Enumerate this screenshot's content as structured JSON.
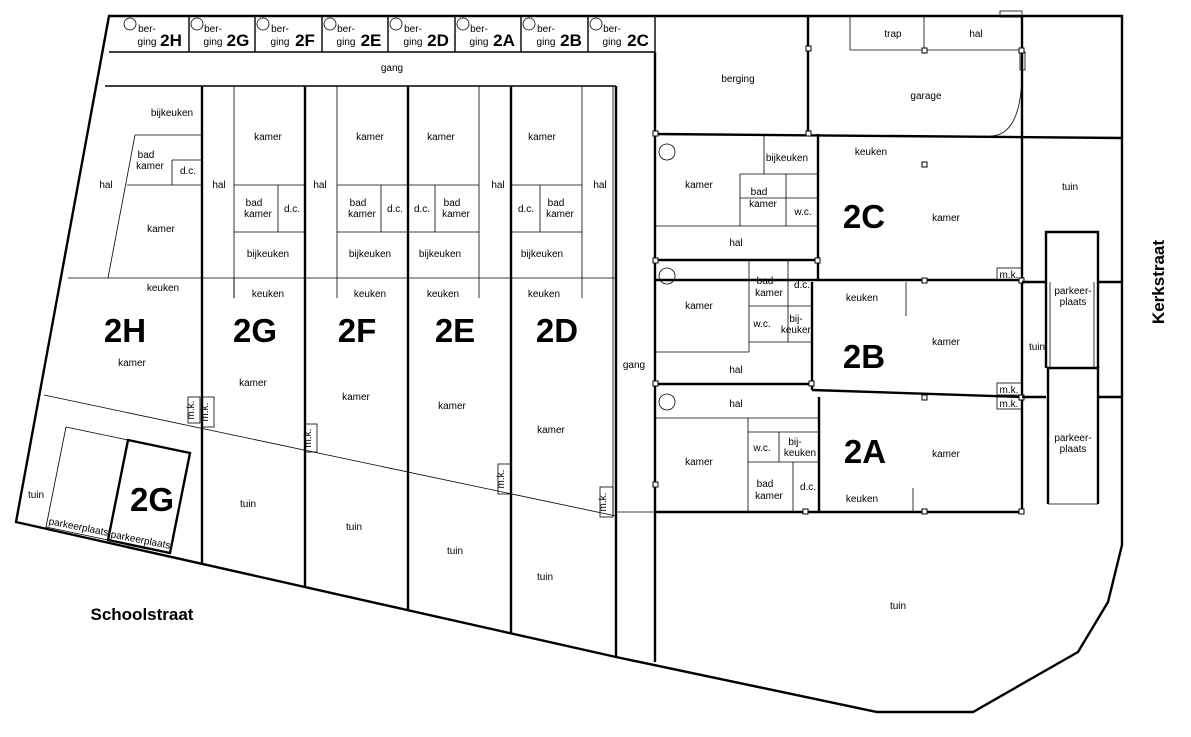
{
  "streets": {
    "school": "Schoolstraat",
    "kerk": "Kerkstraat"
  },
  "units": {
    "a": "2A",
    "b": "2B",
    "c": "2C",
    "d": "2D",
    "e": "2E",
    "f": "2F",
    "g": "2G",
    "h": "2H"
  },
  "berging": {
    "top_line": "ber-",
    "bottom_line": "ging",
    "cells": [
      "2H",
      "2G",
      "2F",
      "2E",
      "2D",
      "2A",
      "2B",
      "2C"
    ]
  },
  "rooms": {
    "gang": "gang",
    "berging": "berging",
    "trap": "trap",
    "hal": "hal",
    "garage": "garage",
    "kamer": "kamer",
    "keuken": "keuken",
    "bijkeuken": "bijkeuken",
    "bad_top": "bad",
    "bad_bottom": "kamer",
    "dc": "d.c.",
    "wc": "w.c.",
    "bij_top": "bij-",
    "bij_bottom": "keuken",
    "tuin": "tuin",
    "mk": "m.k.",
    "parkeerplaats": "parkeerplaats",
    "parkeer_top": "parkeer-",
    "parkeer_bottom": "plaats"
  }
}
